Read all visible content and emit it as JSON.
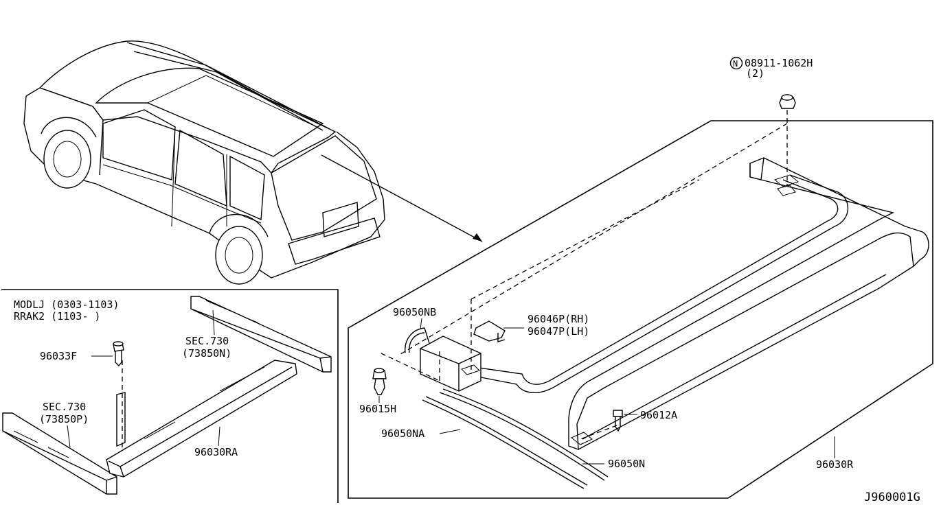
{
  "diagram_id": "J960001G",
  "fastener_note": {
    "symbol": "N",
    "part_no": "08911-1062H",
    "qty": "(2)"
  },
  "model_codes": {
    "line1": "MODLJ (0303-1103)",
    "line2": "RRAK2 (1103-       )"
  },
  "callouts": {
    "p96030R": "96030R",
    "p96030RA": "96030RA",
    "p96033F": "96033F",
    "p96015H": "96015H",
    "p96012A": "96012A",
    "p96050N": "96050N",
    "p96050NA": "96050NA",
    "p96050NB": "96050NB",
    "p96046P": "96046P(RH)",
    "p96047P": "96047P(LH)"
  },
  "sec_refs": {
    "upper_sec": "SEC.730",
    "upper_part": "(73850N)",
    "lower_sec": "SEC.730",
    "lower_part": "(73850P)"
  }
}
